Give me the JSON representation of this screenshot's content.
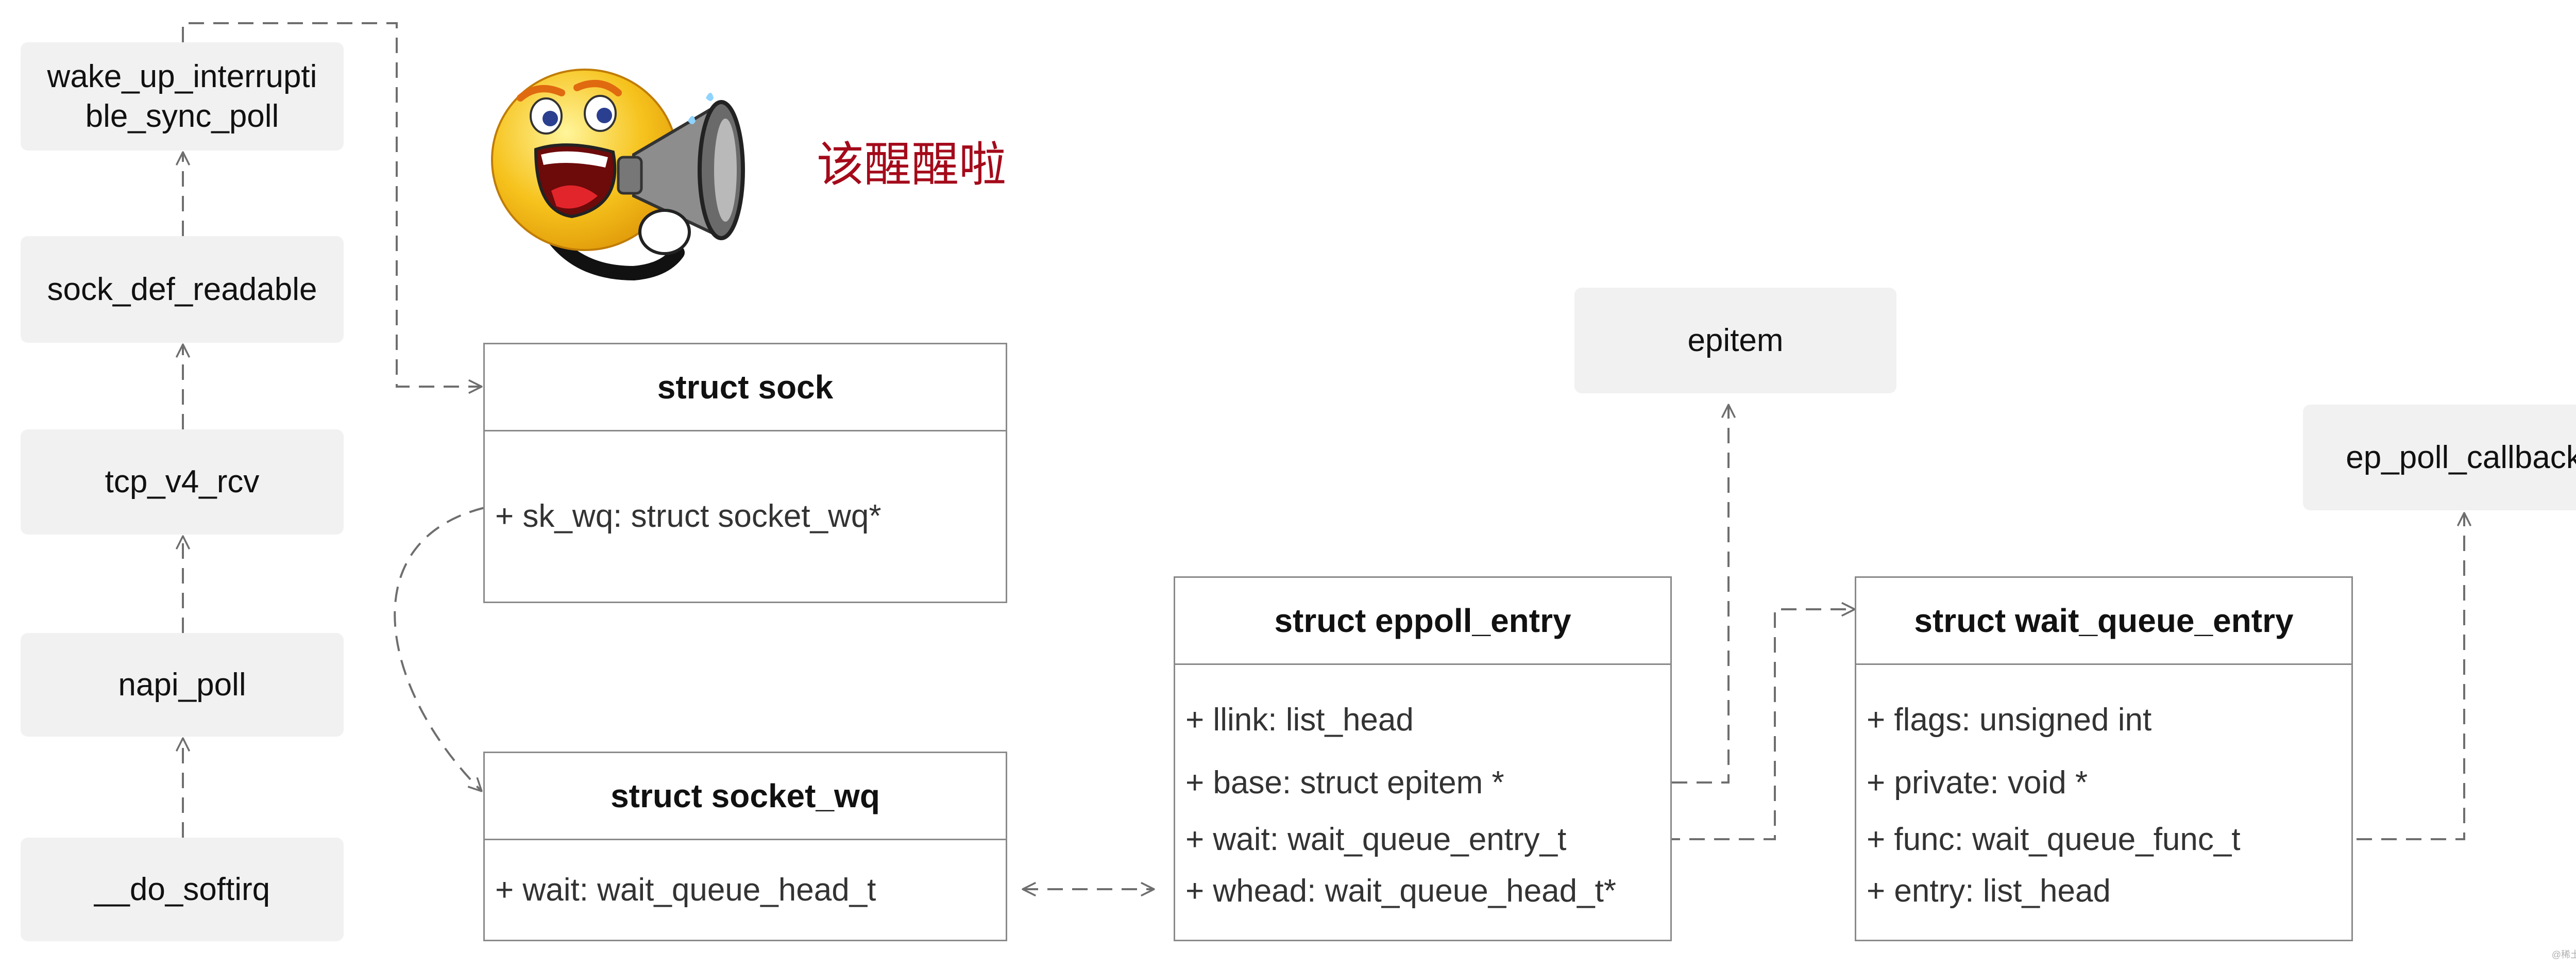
{
  "call_chain": {
    "wake_up": "wake_up_interrupti\nble_sync_poll",
    "sock_def_readable": "sock_def_readable",
    "tcp_v4_rcv": "tcp_v4_rcv",
    "napi_poll": "napi_poll",
    "do_softirq": "__do_softirq"
  },
  "banner": {
    "text": "该醒醒啦",
    "image": "megaphone-emoji-icon"
  },
  "struct_sock": {
    "title": "struct sock",
    "fields": [
      "+ sk_wq: struct socket_wq*"
    ]
  },
  "struct_socket_wq": {
    "title": "struct socket_wq",
    "fields": [
      "+ wait: wait_queue_head_t"
    ]
  },
  "struct_eppoll_entry": {
    "title": "struct eppoll_entry",
    "fields": [
      "+ llink: list_head",
      "+ base: struct epitem *",
      "+ wait: wait_queue_entry_t",
      "+ whead: wait_queue_head_t*"
    ]
  },
  "struct_wait_queue_entry": {
    "title": "struct wait_queue_entry",
    "fields": [
      "+ flags: unsigned int",
      "+ private: void *",
      "+ func: wait_queue_func_t",
      "+ entry: list_head"
    ]
  },
  "epitem": "epitem",
  "ep_poll_callback": "ep_poll_callback",
  "watermark": "@稀土掘金技术社区",
  "colors": {
    "box_fill": "#f1f1f1",
    "border": "#8a8a8a",
    "arrow": "#6e6e6e",
    "banner_text": "#a40a1a"
  }
}
